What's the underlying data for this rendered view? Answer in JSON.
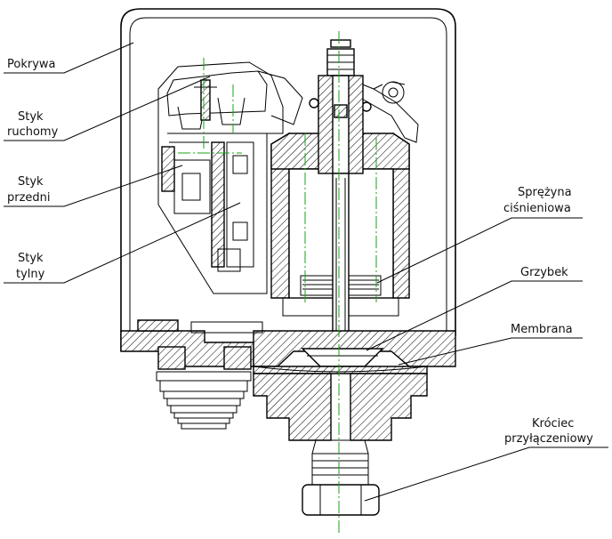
{
  "labels": {
    "pokrywa": "Pokrywa",
    "styk_ruchomy_1": "Styk",
    "styk_ruchomy_2": "ruchomy",
    "styk_przedni_1": "Styk",
    "styk_przedni_2": "przedni",
    "styk_tylny_1": "Styk",
    "styk_tylny_2": "tylny",
    "sprezyna_1": "Sprężyna",
    "sprezyna_2": "ciśnieniowa",
    "grzybek": "Grzybek",
    "membrana": "Membrana",
    "krociec_1": "Króciec",
    "krociec_2": "przyłączeniowy"
  },
  "colors": {
    "line": "#000000",
    "centerline": "#1aa01a",
    "background": "#ffffff"
  }
}
